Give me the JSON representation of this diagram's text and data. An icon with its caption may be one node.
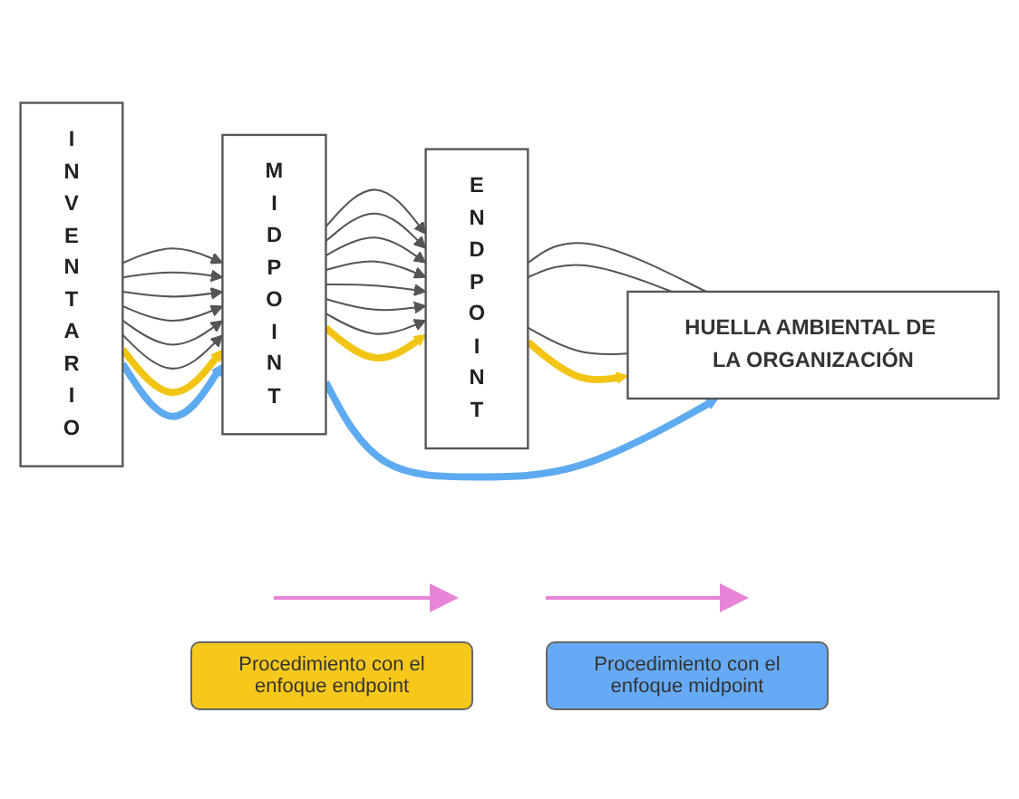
{
  "diagram": {
    "nodes": [
      {
        "text": [
          "I N V E N T A R I O"
        ]
      },
      {
        "text": [
          "M I D P O I N T"
        ]
      },
      {
        "text": [
          "E N D P O I N T"
        ]
      },
      {
        "text": [
          "HUELLA AMBIENTAL DE LA ORGANIZACIÓN"
        ]
      }
    ],
    "edges": [
      {
        "from": 0,
        "to": 1,
        "arrow": "to"
      },
      {
        "from": 0,
        "to": 1,
        "arrow": "to"
      },
      {
        "from": 0,
        "to": 1,
        "arrow": "to"
      },
      {
        "from": 0,
        "to": 1,
        "arrow": "to"
      },
      {
        "from": 0,
        "to": 1,
        "arrow": "to"
      },
      {
        "from": 0,
        "to": 1,
        "arrow": "to"
      },
      {
        "from": 1,
        "to": 2,
        "arrow": "to"
      },
      {
        "from": 1,
        "to": 2,
        "arrow": "to"
      },
      {
        "from": 1,
        "to": 2,
        "arrow": "to"
      },
      {
        "from": 1,
        "to": 2,
        "arrow": "to"
      },
      {
        "from": 1,
        "to": 2,
        "arrow": "to"
      },
      {
        "from": 1,
        "to": 2,
        "arrow": "to"
      },
      {
        "from": 1,
        "to": 2,
        "arrow": "to"
      },
      {
        "from": 2,
        "to": 3,
        "arrow": "none"
      },
      {
        "from": 2,
        "to": 3,
        "arrow": "none"
      },
      {
        "from": 2,
        "to": 3,
        "arrow": "none"
      },
      {
        "from": 0,
        "to": 1,
        "arrow": "to",
        "style": "thick",
        "color": "#f2c514"
      },
      {
        "from": 1,
        "to": 2,
        "arrow": "to",
        "style": "thick",
        "color": "#f2c514"
      },
      {
        "from": 2,
        "to": 3,
        "arrow": "to",
        "style": "thick",
        "color": "#f2c514"
      },
      {
        "from": 0,
        "to": 1,
        "arrow": "to",
        "style": "thick",
        "color": "#5eaaf0"
      },
      {
        "from": 1,
        "to": 3,
        "arrow": "to",
        "style": "thick",
        "color": "#5eaaf0"
      }
    ],
    "legend": [
      {
        "text": "Procedimiento con el enfoque endpoint",
        "color": "#f7c81c"
      },
      {
        "text": "Procedimiento con el enfoque midpoint",
        "color": "#66aaf5"
      }
    ]
  }
}
